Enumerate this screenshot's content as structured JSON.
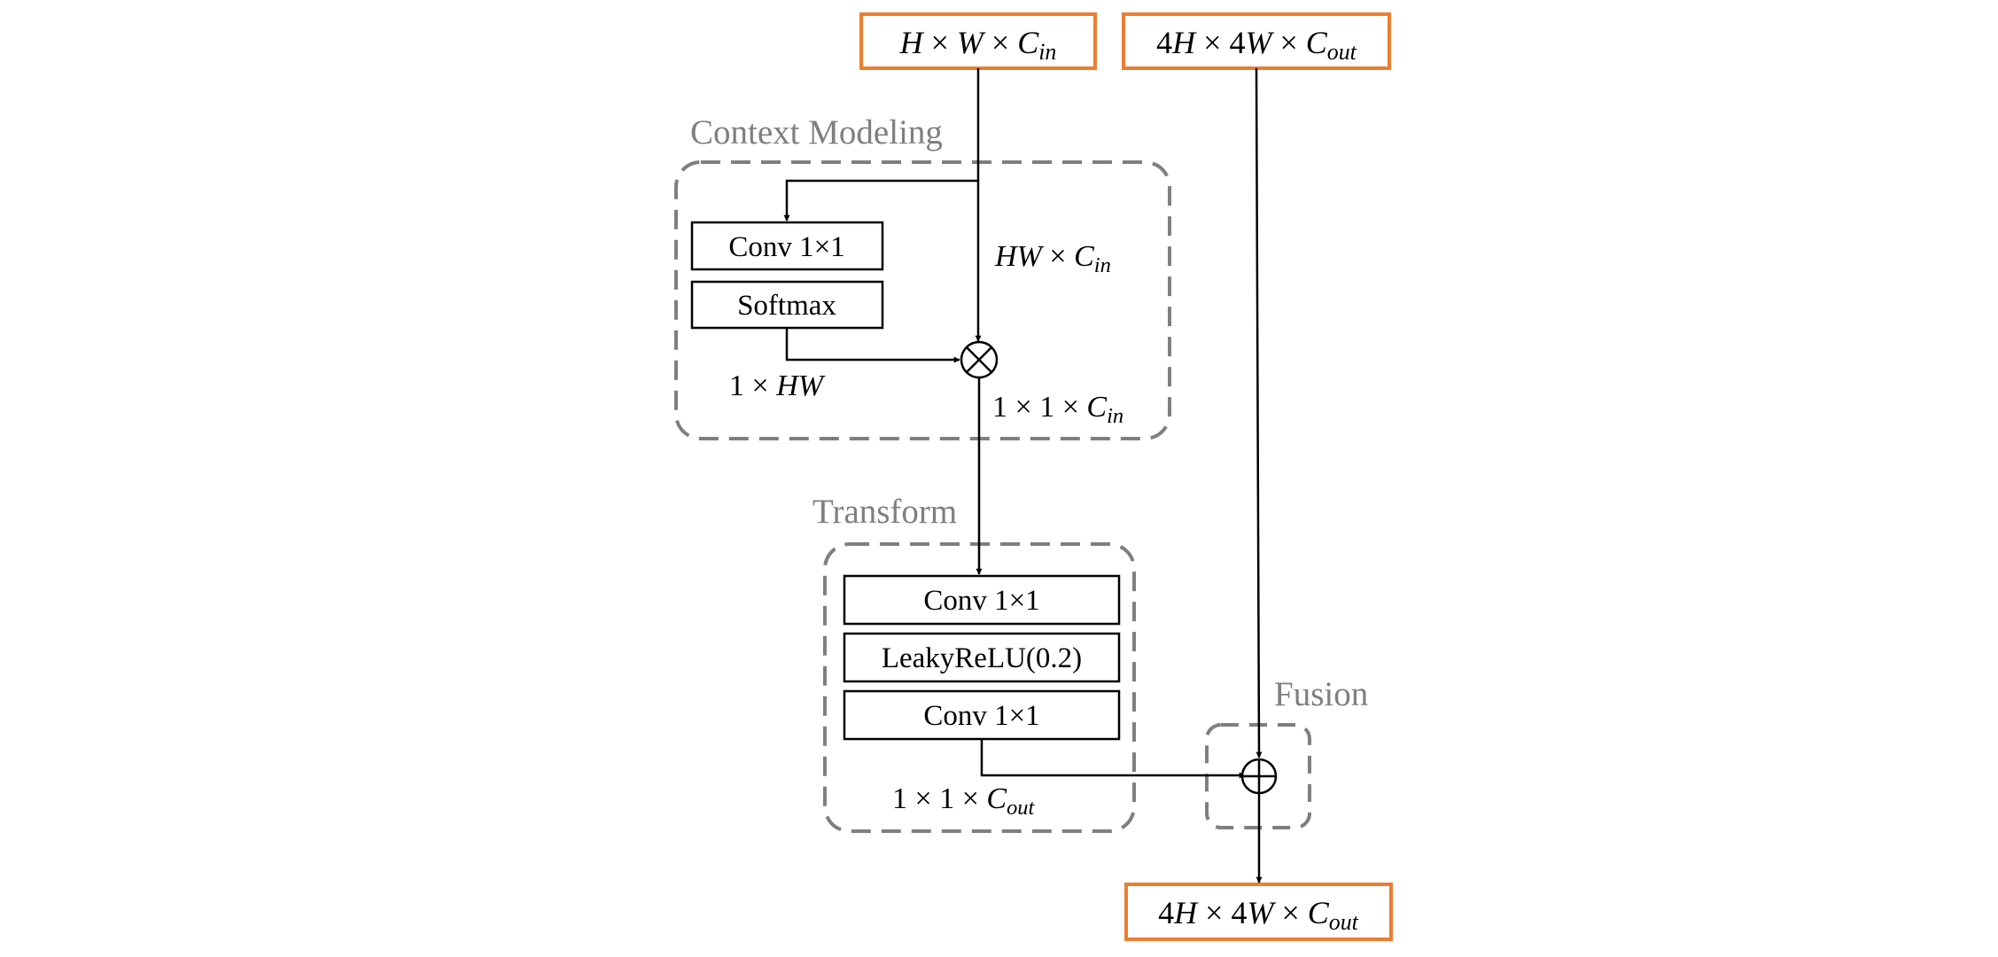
{
  "diagram": {
    "inputs": {
      "main": "H × W × C_in",
      "skip": "4H × 4W × C_out"
    },
    "output": "4H × 4W × C_out",
    "context_modeling": {
      "title": "Context Modeling",
      "blocks": [
        "Conv 1×1",
        "Softmax"
      ],
      "labels": {
        "flatten": "HW × C_in",
        "attention": "1 × HW",
        "pooled": "1 × 1 × C_in"
      }
    },
    "transform": {
      "title": "Transform",
      "blocks": [
        "Conv 1×1",
        "LeakyReLU(0.2)",
        "Conv 1×1"
      ],
      "label": "1 × 1 × C_out"
    },
    "fusion": {
      "title": "Fusion"
    },
    "operators": {
      "multiply": "⊗",
      "add": "⊕"
    },
    "colors": {
      "io_border": "#ed7d31",
      "group_border": "#7f7f7f",
      "group_title": "#7f7f7f",
      "line": "#000000"
    }
  }
}
